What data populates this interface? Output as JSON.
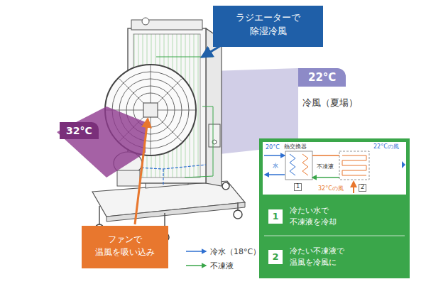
{
  "diagram": {
    "nodes": [
      {
        "text": [
          "ラジエーターで 除湿冷風"
        ]
      },
      {
        "text": [
          "22°C",
          "冷風（夏場）"
        ]
      },
      {
        "text": [
          "32°C"
        ]
      },
      {
        "text": [
          "ファンで 温風を吸い込み"
        ]
      },
      {
        "text": [
          "1",
          "冷たい水で 不凍液を冷却"
        ]
      },
      {
        "text": [
          "2",
          "冷たい不凍液で 温風を冷風に"
        ]
      }
    ],
    "labels": [
      "20°C",
      "熱交換器",
      "22°Cの風",
      "水",
      "不凍液",
      "32°Cの風",
      "1",
      "2"
    ],
    "legend": [
      {
        "text": "冷水（18°C）"
      },
      {
        "text": "不凍液"
      }
    ]
  }
}
